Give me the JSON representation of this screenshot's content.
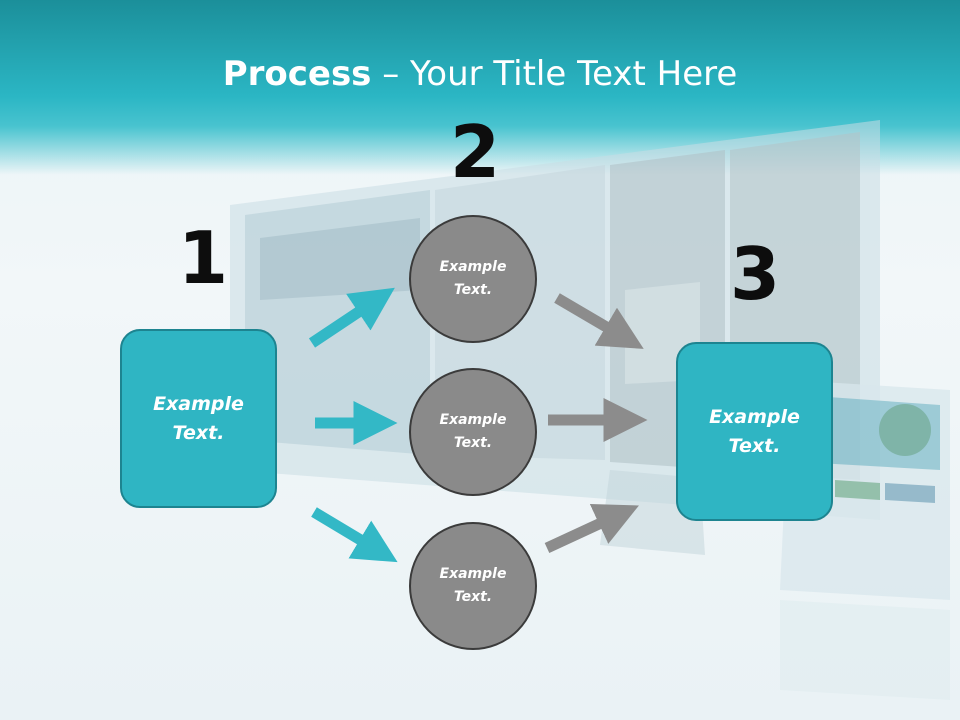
{
  "title": {
    "bold": "Process",
    "rest": " – Your Title Text Here"
  },
  "steps": [
    {
      "number": "1",
      "text": "Example\nText."
    },
    {
      "number": "2",
      "circles": [
        "Example\nText.",
        "Example\nText.",
        "Example\nText."
      ]
    },
    {
      "number": "3",
      "text": "Example\nText."
    }
  ],
  "colors": {
    "accent": "#2fb5c3",
    "circle": "#8a8a8a",
    "arrow_teal": "#33b8c6",
    "arrow_gray": "#8c8c8c"
  }
}
